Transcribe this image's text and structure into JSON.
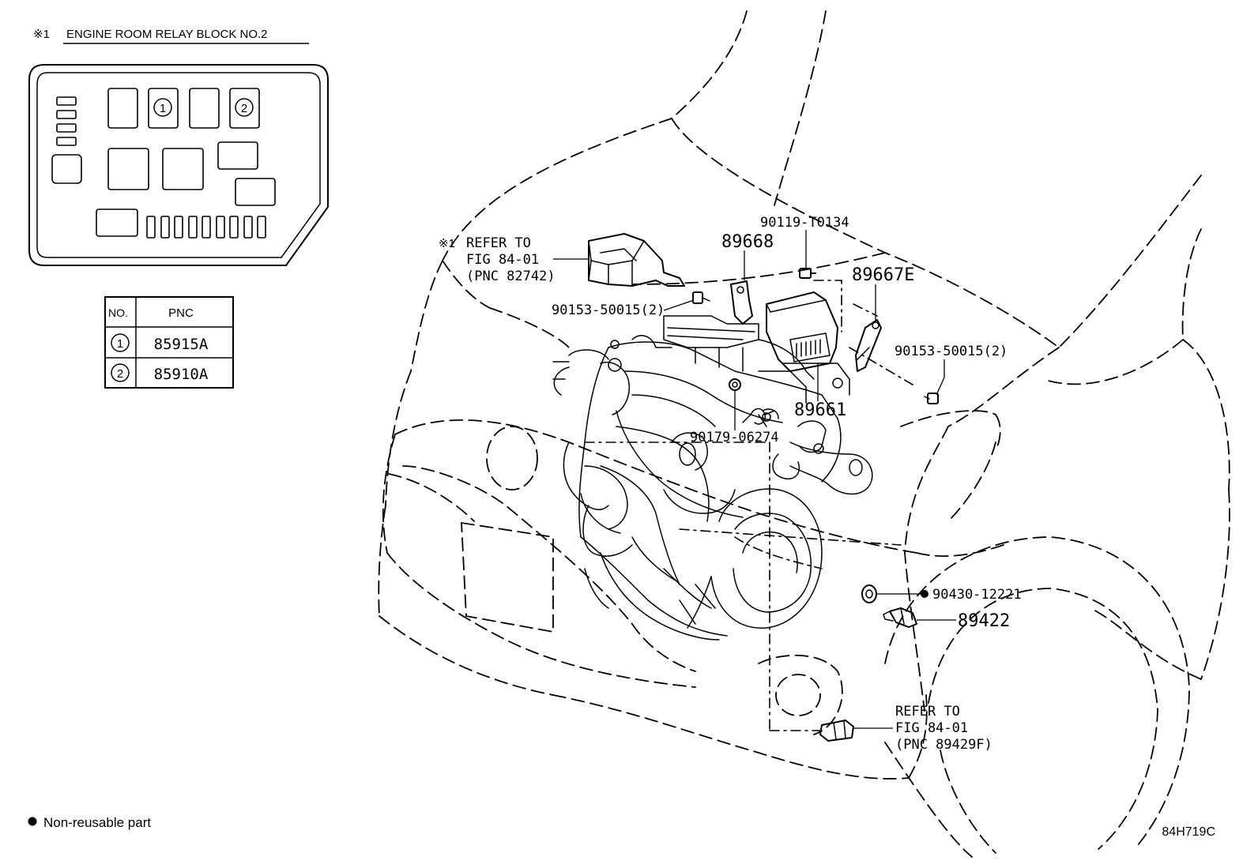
{
  "relay_block": {
    "note_mark": "※1",
    "title": "ENGINE ROOM RELAY BLOCK NO.2",
    "markers": [
      "1",
      "2"
    ]
  },
  "pnc_table": {
    "header_no": "NO.",
    "header_pnc": "PNC",
    "rows": [
      {
        "no": "1",
        "pnc": "85915A"
      },
      {
        "no": "2",
        "pnc": "85910A"
      }
    ]
  },
  "callouts": {
    "refer_top": {
      "mark": "※1",
      "line1": "REFER TO",
      "line2": "FIG 84-01",
      "line3": "(PNC 82742)"
    },
    "p_90119": "90119-T0134",
    "p_89668": "89668",
    "p_89667e": "89667E",
    "p_90153_left": "90153-50015(2)",
    "p_90153_right": "90153-50015(2)",
    "p_89661": "89661",
    "p_90179": "90179-06274",
    "p_90430": "90430-12221",
    "p_89422": "89422",
    "refer_bottom": {
      "line1": "REFER TO",
      "line2": "FIG 84-01",
      "line3": "(PNC 89429F)"
    }
  },
  "legend": {
    "text": "Non-reusable part"
  },
  "figure_code": "84H719C"
}
